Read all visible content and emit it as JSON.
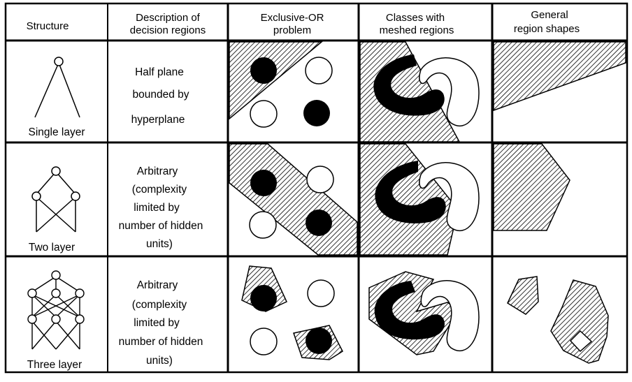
{
  "table": {
    "headers": {
      "structure": [
        "Structure"
      ],
      "description": [
        "Description of",
        "decision regions"
      ],
      "xor": [
        "Exclusive-OR",
        "problem"
      ],
      "meshed": [
        "Classes with",
        "meshed regions"
      ],
      "general": [
        "General",
        "region shapes"
      ]
    },
    "rows": [
      {
        "structure_label": "Single layer",
        "description": [
          "Half plane",
          "bounded by",
          "hyperplane"
        ]
      },
      {
        "structure_label": "Two layer",
        "description": [
          "Arbitrary",
          "(complexity",
          "limited by",
          "number of hidden",
          "units)"
        ]
      },
      {
        "structure_label": "Three layer",
        "description": [
          "Arbitrary",
          "(complexity",
          "limited by",
          "number of hidden",
          "units)"
        ]
      }
    ]
  },
  "colors": {
    "ink": "#000000",
    "paper": "#ffffff",
    "hatch": "#000000"
  }
}
